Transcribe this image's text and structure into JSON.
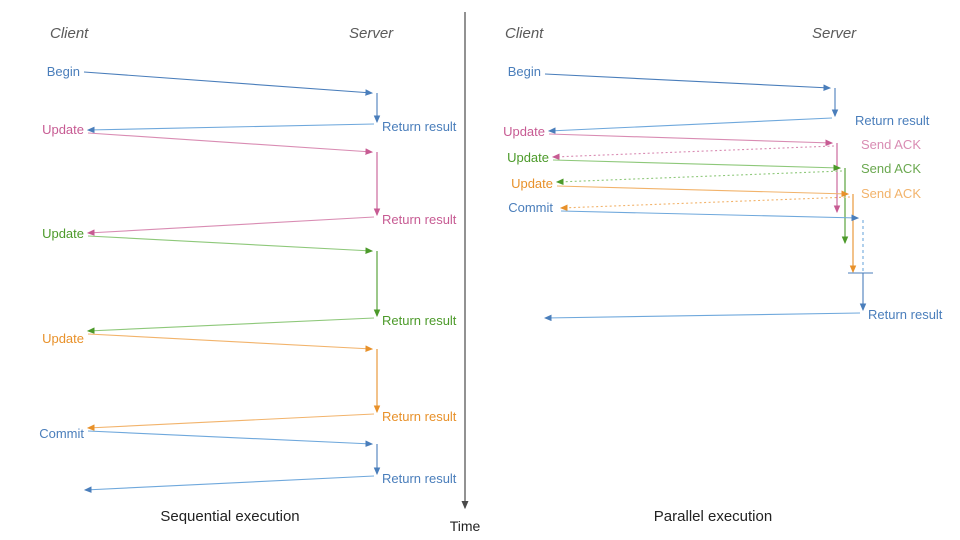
{
  "colors": {
    "blue": "#4a7ebb",
    "blue_light": "#6fa8dc",
    "pink": "#c75b93",
    "pink_light": "#d98cb3",
    "green": "#4c9a2a",
    "green_light": "#8ec87a",
    "orange": "#e8912a",
    "orange_light": "#f2b36b",
    "lane": "#5a5a5a",
    "axis": "#4a4a4a",
    "caption": "#222222",
    "divider": "#9a9a9a"
  },
  "time_axis": {
    "label": "Time"
  },
  "panels": [
    {
      "id": "sequential",
      "caption": "Sequential execution",
      "lanes": {
        "client": "Client",
        "server": "Server"
      },
      "messages": [
        {
          "label": "Begin",
          "color": "blue",
          "side": "client"
        },
        {
          "label": "Return result",
          "color": "blue",
          "side": "server"
        },
        {
          "label": "Update",
          "color": "pink",
          "side": "client"
        },
        {
          "label": "Return result",
          "color": "pink",
          "side": "server"
        },
        {
          "label": "Update",
          "color": "green",
          "side": "client"
        },
        {
          "label": "Return result",
          "color": "green",
          "side": "server"
        },
        {
          "label": "Update",
          "color": "orange",
          "side": "client"
        },
        {
          "label": "Return result",
          "color": "orange",
          "side": "server"
        },
        {
          "label": "Commit",
          "color": "blue",
          "side": "client"
        },
        {
          "label": "Return result",
          "color": "blue",
          "side": "server"
        }
      ]
    },
    {
      "id": "parallel",
      "caption": "Parallel execution",
      "lanes": {
        "client": "Client",
        "server": "Server"
      },
      "messages": [
        {
          "label": "Begin",
          "color": "blue",
          "side": "client"
        },
        {
          "label": "Return result",
          "color": "blue",
          "side": "server"
        },
        {
          "label": "Update",
          "color": "pink",
          "side": "client"
        },
        {
          "label": "Send ACK",
          "color": "pink",
          "side": "server"
        },
        {
          "label": "Update",
          "color": "green",
          "side": "client"
        },
        {
          "label": "Send ACK",
          "color": "green",
          "side": "server"
        },
        {
          "label": "Update",
          "color": "orange",
          "side": "client"
        },
        {
          "label": "Send ACK",
          "color": "orange",
          "side": "server"
        },
        {
          "label": "Commit",
          "color": "blue",
          "side": "client"
        },
        {
          "label": "Return result",
          "color": "blue",
          "side": "server"
        }
      ]
    }
  ]
}
